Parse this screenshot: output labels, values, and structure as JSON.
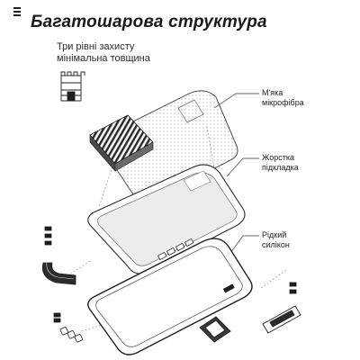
{
  "header": {
    "title": "Багатошарова структура",
    "subtitle_line1": "Три рівні захисту",
    "subtitle_line2": "мінімальна товщина"
  },
  "layers": {
    "soft_microfiber": {
      "line1": "М'яка",
      "line2": "мікрофібра"
    },
    "hard_backing": {
      "line1": "Жорстка",
      "line2": "підкладка"
    },
    "liquid_silicone": {
      "line1": "Рідкий",
      "line2": "силікон"
    }
  },
  "icons": [
    "brand-mark-icon",
    "castle-icon",
    "microfiber-pile-icon",
    "button-strip-icon",
    "corner-bumper-icon",
    "camera-square-icon",
    "side-key-icon"
  ],
  "colors": {
    "ink": "#1b1b1b",
    "line": "#3a3a3a",
    "grey_fill": "#d9d9d9",
    "dark_fill": "#2c2c2c"
  }
}
